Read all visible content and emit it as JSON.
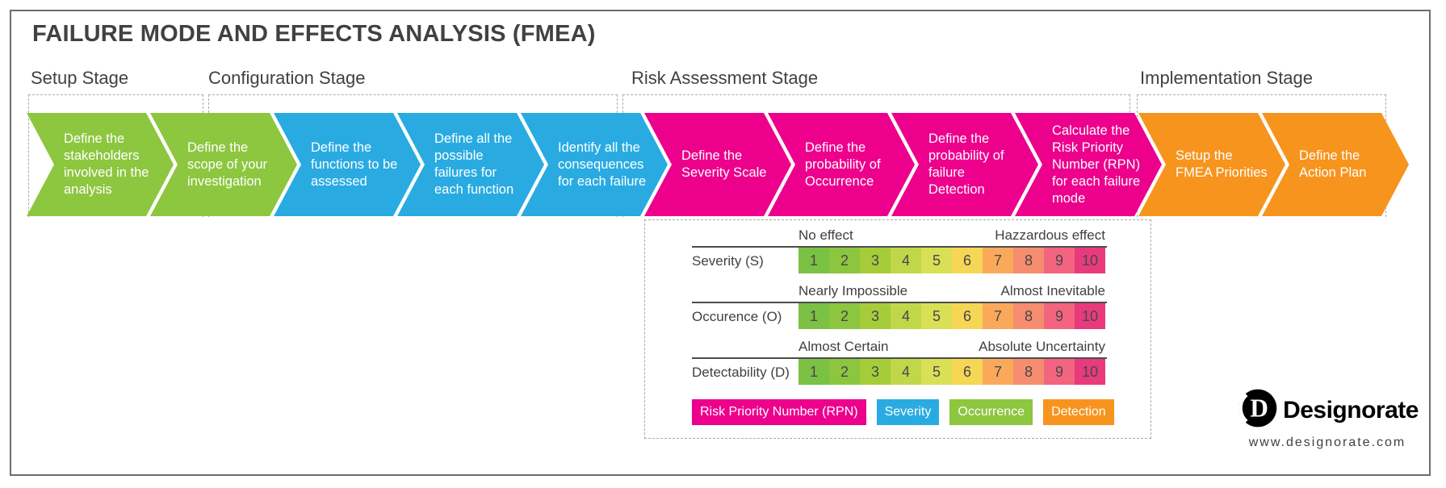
{
  "title": "FAILURE MODE AND EFFECTS ANALYSIS (FMEA)",
  "stages": [
    {
      "label": "Setup Stage"
    },
    {
      "label": "Configuration Stage"
    },
    {
      "label": "Risk Assessment Stage"
    },
    {
      "label": "Implementation Stage"
    }
  ],
  "arrows": [
    {
      "text": "Define the stakeholders involved in the analysis",
      "color": "green"
    },
    {
      "text": "Define the scope of your investigation",
      "color": "green"
    },
    {
      "text": "Define the functions to be assessed",
      "color": "blue"
    },
    {
      "text": "Define all the possible failures for each function",
      "color": "blue"
    },
    {
      "text": "Identify all the consequences for each failure",
      "color": "blue"
    },
    {
      "text": "Define the Severity Scale",
      "color": "pink"
    },
    {
      "text": "Define the probability of Occurrence",
      "color": "pink"
    },
    {
      "text": "Define the probability of failure Detection",
      "color": "pink"
    },
    {
      "text": "Calculate the Risk Priority Number (RPN) for each failure mode",
      "color": "pink"
    },
    {
      "text": "Setup the FMEA Priorities",
      "color": "orange"
    },
    {
      "text": "Define the Action Plan",
      "color": "orange"
    }
  ],
  "palette": {
    "green": "#8dc63f",
    "blue": "#29abe2",
    "pink": "#ec008c",
    "orange": "#f7941e",
    "text_dark": "#414042",
    "dash_gray": "#a7a9ac",
    "rule_gray": "#4d4d4f"
  },
  "scale_table": {
    "rows": [
      {
        "label": "Severity (S)",
        "low": "No effect",
        "high": "Hazzardous effect"
      },
      {
        "label": "Occurence (O)",
        "low": "Nearly Impossible",
        "high": "Almost Inevitable"
      },
      {
        "label": "Detectability (D)",
        "low": "Almost Certain",
        "high": "Absolute Uncertainty"
      }
    ],
    "values": [
      1,
      2,
      3,
      4,
      5,
      6,
      7,
      8,
      9,
      10
    ],
    "cell_colors": [
      "#7bc143",
      "#8cc63f",
      "#a5cd39",
      "#c0d74a",
      "#d9e056",
      "#f5d655",
      "#faa95b",
      "#f68d6f",
      "#f2647f",
      "#e93a7d"
    ]
  },
  "legend": [
    {
      "label": "Risk Priority Number (RPN)",
      "color": "pink"
    },
    {
      "label": "Severity",
      "color": "blue"
    },
    {
      "label": "Occurrence",
      "color": "green"
    },
    {
      "label": "Detection",
      "color": "orange"
    }
  ],
  "logo": {
    "name": "Designorate",
    "url": "www.designorate.com"
  }
}
